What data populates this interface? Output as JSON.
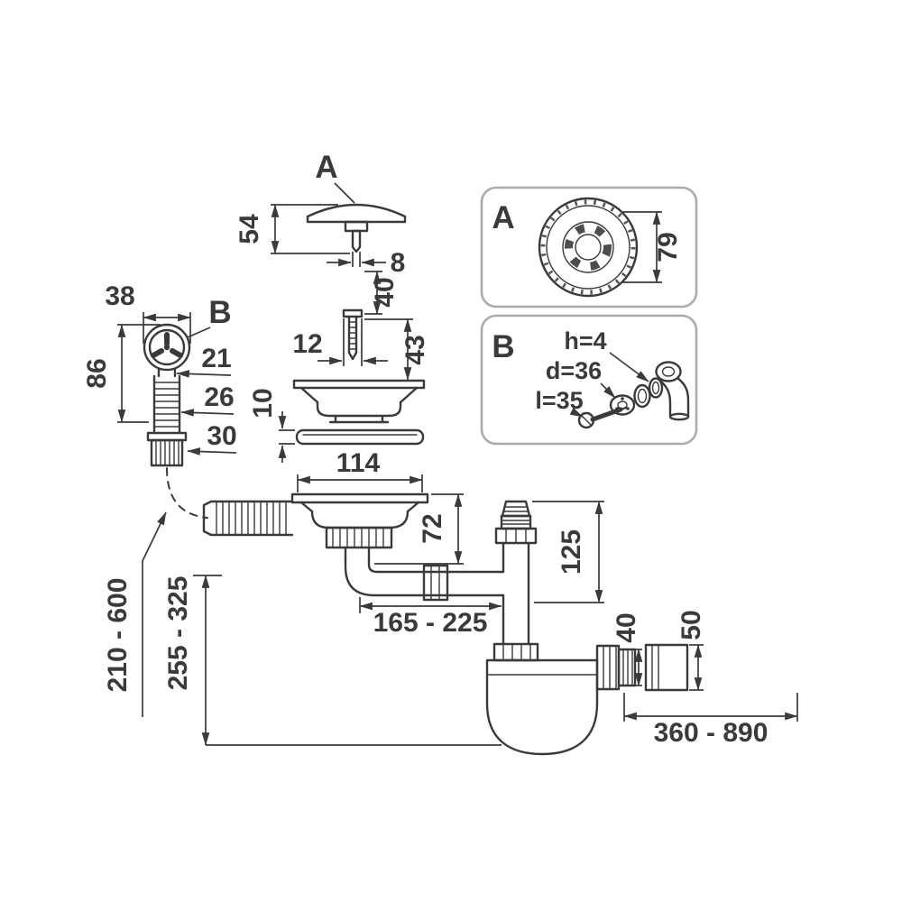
{
  "labels": {
    "part_a": "A",
    "part_b": "B",
    "detail_a": "A",
    "detail_b": "B"
  },
  "dims": {
    "cap_height": "54",
    "cap_pin_width": "8",
    "screw_length": "40",
    "screw_head_width": "12",
    "basket_height": "43",
    "gasket_thickness": "10",
    "overflow_head_width": "38",
    "overflow_head_height": "86",
    "overflow_neck_diameter": "21",
    "overflow_tube_diameter": "26",
    "overflow_nut_diameter": "30",
    "strainer_flange_diameter": "114",
    "strainer_body_height": "72",
    "inlet_branch_height": "125",
    "horizontal_pipe_span": "165 - 225",
    "outlet_cone_diameter": "40",
    "outlet_pipe_diameter": "50",
    "overflow_hose_length": "210 - 600",
    "trap_depth_range": "255 - 325",
    "outlet_length_range": "360 - 890",
    "strainer_cap_diameter": "79",
    "washer_height": "h=4",
    "washer_diameter": "d=36",
    "screw_len": "l=35"
  },
  "colors": {
    "line": "#3a3a3a",
    "detail_box": "#ababab",
    "background": "#ffffff"
  }
}
